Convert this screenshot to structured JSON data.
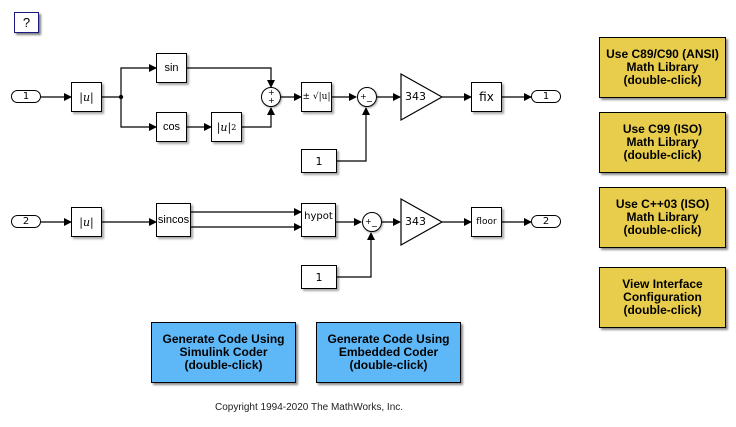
{
  "help_button": {
    "label": "?"
  },
  "row1": {
    "inport": "1",
    "abs": "|u|",
    "sin": "sin",
    "cos": "cos",
    "abs_squared": "|u|",
    "abs_squared_exp": "2",
    "sum_signs": [
      "+",
      "+"
    ],
    "signed_sqrt": "± √|u|",
    "const": "1",
    "sub_signs": [
      "+",
      "−"
    ],
    "gain": "343",
    "rounding": "fix",
    "outport": "1"
  },
  "row2": {
    "inport": "2",
    "abs": "|u|",
    "sincos": "sincos",
    "hypot": "hypot",
    "const": "1",
    "sub_signs": [
      "+",
      "−"
    ],
    "gain": "343",
    "rounding": "floor",
    "outport": "2"
  },
  "side_buttons": [
    {
      "label": "Use C89/C90 (ANSI)\nMath Library\n(double-click)"
    },
    {
      "label": "Use C99 (ISO)\nMath Library\n(double-click)"
    },
    {
      "label": "Use C++03 (ISO)\nMath Library\n(double-click)"
    },
    {
      "label": "View Interface\nConfiguration\n(double-click)"
    }
  ],
  "bottom_buttons": [
    {
      "label": "Generate Code Using\nSimulink Coder\n(double-click)"
    },
    {
      "label": "Generate Code Using\nEmbedded Coder\n(double-click)"
    }
  ],
  "copyright": "Copyright 1994-2020 The MathWorks, Inc.",
  "colors": {
    "yellow_button": "#e8cd4d",
    "blue_button": "#5eb8f8"
  }
}
